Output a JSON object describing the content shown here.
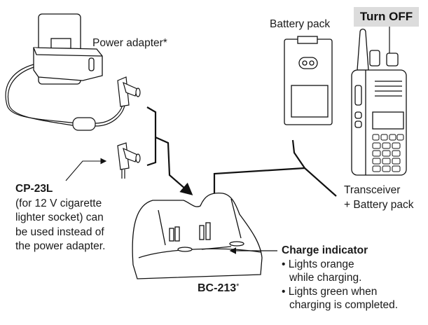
{
  "labels": {
    "power_adapter": "Power adapter*",
    "battery_pack": "Battery pack",
    "turn_off": "Turn OFF",
    "transceiver_line1": "Transceiver",
    "transceiver_line2": "+ Battery pack",
    "charger_model": "BC-213",
    "charger_asterisk": "*"
  },
  "cp23l": {
    "title": "CP-23L",
    "lines": [
      "(for 12 V cigarette",
      "lighter socket) can",
      "be used instead of",
      "the power adapter."
    ]
  },
  "charge_indicator": {
    "title": "Charge indicator",
    "items": [
      {
        "line1": "• Lights orange",
        "line2": "while charging."
      },
      {
        "line1": "• Lights green when",
        "line2": "charging is completed."
      }
    ]
  },
  "colors": {
    "turn_off_highlight": "#dcdcdc",
    "line": "#111111"
  }
}
